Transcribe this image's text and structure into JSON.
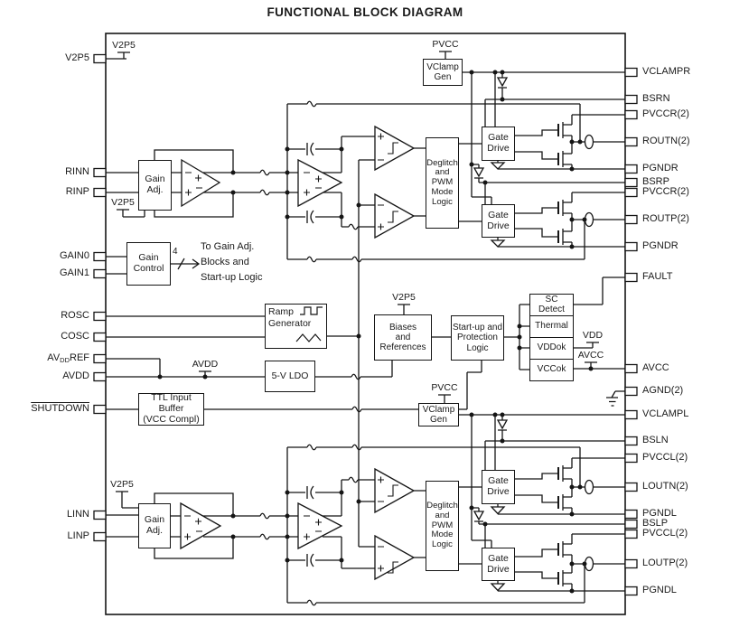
{
  "title": "FUNCTIONAL BLOCK DIAGRAM",
  "pins": {
    "left": [
      "V2P5",
      "RINN",
      "RINP",
      "GAIN0",
      "GAIN1",
      "ROSC",
      "COSC",
      "AVDDREF",
      "AVDD",
      "SHUTDOWN",
      "LINN",
      "LINP"
    ],
    "avddref": {
      "pre": "AV",
      "sub": "DD",
      "post": "REF"
    },
    "right": [
      "VCLAMPR",
      "BSRN",
      "PVCCR(2)",
      "ROUTN(2)",
      "PGNDR",
      "BSRP",
      "PVCCR(2)",
      "ROUTP(2)",
      "PGNDR",
      "FAULT",
      "AVCC",
      "AGND(2)",
      "VCLAMPL",
      "BSLN",
      "PVCCL(2)",
      "LOUTN(2)",
      "PGNDL",
      "BSLP",
      "PVCCL(2)",
      "LOUTP(2)",
      "PGNDL"
    ]
  },
  "blocks": {
    "vclamp": "VClamp\nGen",
    "gain_adj": "Gain\nAdj.",
    "gain_control": "Gain\nControl",
    "ramp_generator": "Ramp\nGenerator",
    "ldo": "5-V LDO",
    "ttl_buffer": "TTL Input\nBuffer\n(VCC Compl)",
    "biases": "Biases\nand\nReferences",
    "startup": "Start-up and\nProtection\nLogic",
    "deglitch": "Deglitch\nand\nPWM\nMode\nLogic",
    "gate_drive": "Gate\nDrive",
    "sc_detect": "SC\nDetect",
    "thermal": "Thermal",
    "vddok": "VDDok",
    "vccok": "VCCok"
  },
  "labels": {
    "v2p5": "V2P5",
    "pvcc": "PVCC",
    "avdd": "AVDD",
    "vdd": "VDD",
    "avcc": "AVCC"
  },
  "gain_bus": {
    "width": "4",
    "note": "To Gain Adj.\nBlocks and\nStart-up Logic"
  },
  "colors": {
    "line": "#151515",
    "text": "#1a1a1a",
    "background": "#ffffff"
  }
}
